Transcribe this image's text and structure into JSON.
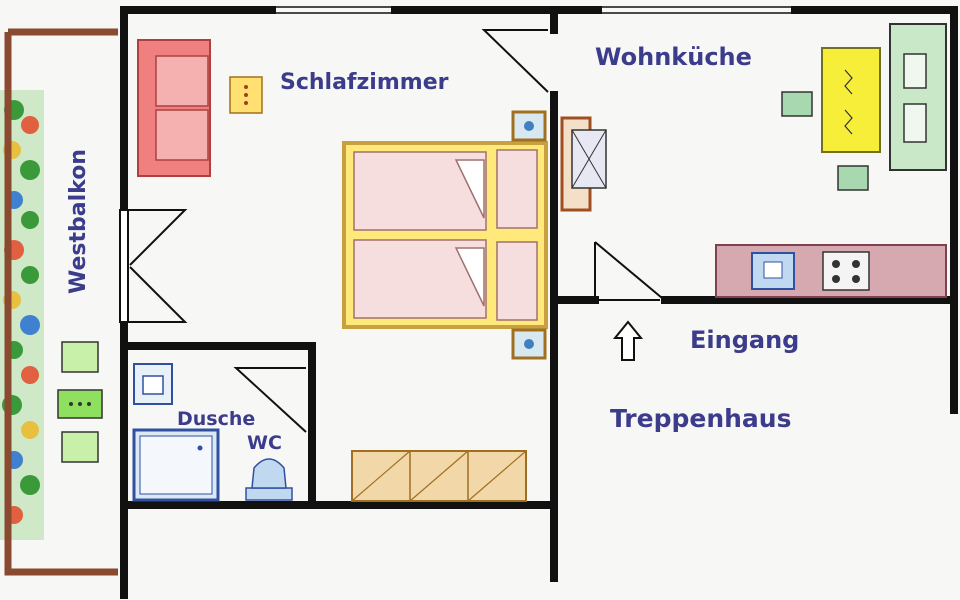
{
  "labels": {
    "bedroom": "Schlafzimmer",
    "kitchen": "Wohnküche",
    "balcony": "Westbalkon",
    "shower": "Dusche",
    "wc": "WC",
    "entrance": "Eingang",
    "stairwell": "Treppenhaus"
  },
  "colors": {
    "wall": "#111111",
    "label": "#3c3c8c",
    "sofa": "#f08080",
    "bed_frame": "#c9a040",
    "bed_fill": "#ffe97a",
    "pillow": "#f5d5d5",
    "kitchen_table": "#f7ee3a",
    "counter": "#d6a8b0",
    "sink": "#c0d8f0",
    "green_chair": "#a8d8a8",
    "balcony_rail": "#8a4a30",
    "wardrobe": "#f2d8a8"
  },
  "icons": {
    "entrance_arrow": "up-arrow-icon"
  }
}
